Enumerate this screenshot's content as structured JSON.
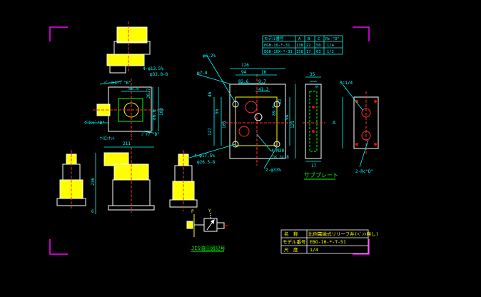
{
  "colors": {
    "background": "#000000",
    "outline": "#ffffff",
    "center_line": "#ff3030",
    "dimension": "#00ffff",
    "body_fill": "#ffff00",
    "detail": "#00ff00",
    "title_text": "#ffff00",
    "frame_mark": "#ff00ff",
    "accent": "#ff0000"
  },
  "spec_table": {
    "headers": [
      "モデル番号",
      "A",
      "B",
      "C",
      "Rc-\"D\""
    ],
    "rows": [
      [
        "EGH-10-*-31",
        "138",
        "22",
        "50",
        "1/4"
      ],
      [
        "EGH-10X-*-31",
        "158",
        "17",
        "63",
        "1/2"
      ]
    ]
  },
  "dims": {
    "d_126": "126",
    "d_94": "94",
    "d_16": "16",
    "d_82_6": "82.6",
    "d_9_7": "9.7",
    "d_41_3": "41.3",
    "d_phi6_2": "φ6.2%",
    "d_phi7_8": "φ7.8",
    "d_56": "56",
    "d_101": "101",
    "d_127": "127",
    "d_46": "46",
    "d_89_9_front": "89.9",
    "d_12": "12",
    "d_98": "98",
    "d_121": "121",
    "d_35": "35",
    "d_33": "33",
    "d_17": "17",
    "d_m20": "4-M20",
    "d_m20_sub": "ﾊﾒ ﾊﾒ-8",
    "d_2phi33": "2-φ33%",
    "d_4phi17_5": "4-φ17.5%",
    "d_phi26_5": "φ26.5-8",
    "d_rc14": "Rc1/4",
    "d_a": "A",
    "d_2rc": "2-Rc\"D\"",
    "top_4phi": "4-φ13.5%",
    "top_phi32": "φ32.8-8",
    "top_b": "\"B\"",
    "top_d": "\"D\"",
    "top_889": "88.9",
    "top_267": "26.7",
    "top_866": "86.6",
    "top_100": "100",
    "top_pt": "ﾍﾟｰｽﾄﾙｯﾌﾟ\"B\"",
    "top_plug": "ｸﾞﾗﾝﾄﾞ\"D\"",
    "top_tap": "ｼﾞｬﾌﾞ\"D\"",
    "side_211": "211",
    "side_236": "236",
    "side_6": "6",
    "side_nut": "ﾅｲﾛﾝﾅｯﾄ"
  },
  "labels": {
    "subplate": "サブプレート",
    "jis_symbol": "JIS油圧図記号",
    "sym_p": "P",
    "sym_y": "Y"
  },
  "title_block": {
    "name_label": "名　称",
    "name_value": "比例電磁式リリーフ弁(ﾍﾞﾝﾄ無し)",
    "model_label": "モデル番号",
    "model_value": "EBG-10-*-T-51",
    "scale_label": "尺　度",
    "scale_value": "1/4"
  }
}
